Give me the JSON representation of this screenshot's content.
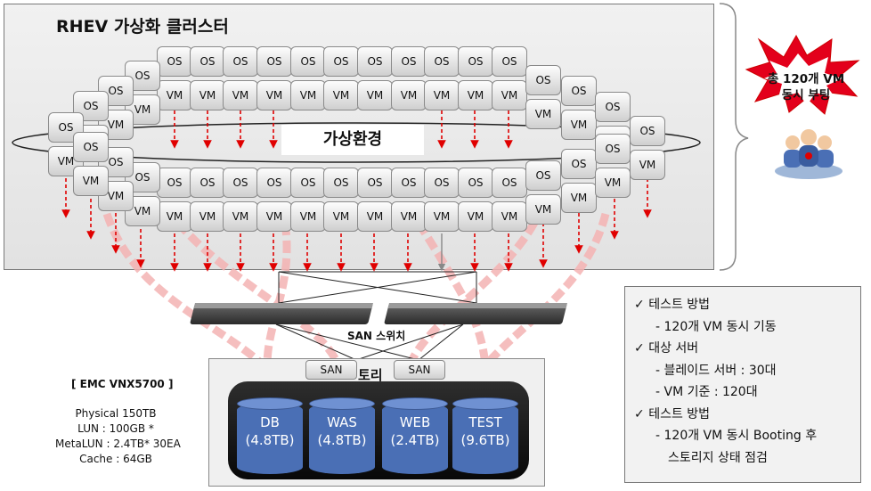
{
  "cluster": {
    "title": "RHEV 가상화 클러스터",
    "center_label": "가상환경"
  },
  "badge": {
    "line1": "총 120개 VM",
    "line2": "동시 부팅"
  },
  "vm_unit": {
    "os_label": "OS",
    "vm_label": "VM"
  },
  "network": {
    "switch_label": "SAN 스위치",
    "san_tag": "SAN"
  },
  "storage": {
    "label": "토리",
    "volumes": [
      {
        "name": "DB",
        "size": "(4.8TB)"
      },
      {
        "name": "WAS",
        "size": "(4.8TB)"
      },
      {
        "name": "WEB",
        "size": "(2.4TB)"
      },
      {
        "name": "TEST",
        "size": "(9.6TB)"
      }
    ]
  },
  "emc": {
    "title": "[ EMC VNX5700 ]",
    "specs": [
      "Physical  150TB",
      "LUN : 100GB *",
      "MetaLUN : 2.4TB* 30EA",
      "Cache : 64GB"
    ]
  },
  "checklist": [
    {
      "mark": "✓",
      "label": "테스트 방법",
      "sub": [
        "- 120개 VM 동시 기동"
      ]
    },
    {
      "mark": "✓",
      "label": "대상 서버",
      "sub": [
        "- 블레이드 서버 : 30대",
        "- VM 기준 : 120대"
      ]
    },
    {
      "mark": "✓",
      "label": "테스트 방법",
      "sub": [
        "- 120개 VM 동시 Booting 후",
        "  스토리지 상태 점검"
      ]
    }
  ],
  "colors": {
    "arrow": "#e00000",
    "cylinder": "#4a6fb5",
    "storage_bg": "#111111",
    "burst": "#e3001b"
  },
  "icons": [
    "burst-icon",
    "people-icon",
    "checkmark-icon",
    "network-switch-icon",
    "storage-cylinder-icon"
  ]
}
